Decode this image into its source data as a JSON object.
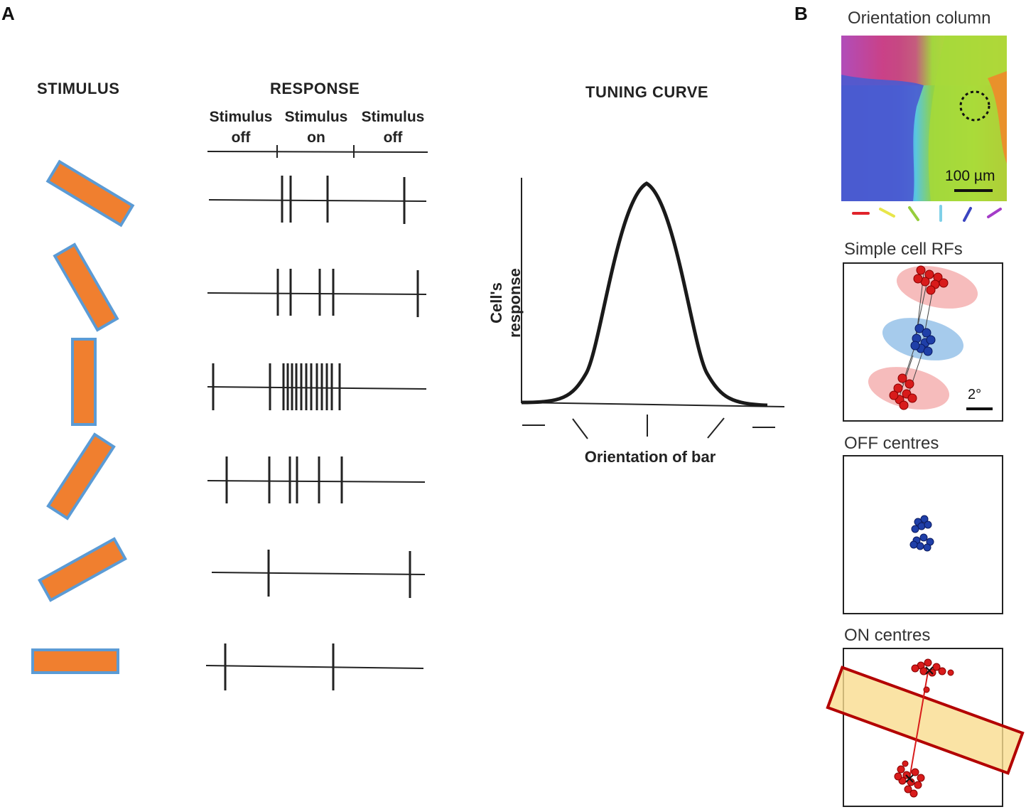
{
  "panel_a": {
    "letter": "A",
    "headers": {
      "stimulus": "STIMULUS",
      "response": "RESPONSE",
      "tuning": "TUNING CURVE"
    },
    "response_phases": [
      {
        "line1": "Stimulus",
        "line2": "off"
      },
      {
        "line1": "Stimulus",
        "line2": "on"
      },
      {
        "line1": "Stimulus",
        "line2": "off"
      }
    ],
    "stimulus_bar_color": "#f07f2f",
    "stimulus_bar_border": "#5b9bd5",
    "tuning": {
      "ylabel": "Cell's response",
      "xlabel": "Orientation of bar"
    }
  },
  "panel_b": {
    "letter": "B",
    "orientation_column": {
      "title": "Orientation column",
      "scale_label": "100 µm"
    },
    "simple_cell": {
      "title": "Simple cell RFs",
      "scale_label": "2°"
    },
    "off_centres": {
      "title": "OFF centres"
    },
    "on_centres": {
      "title": "ON centres"
    },
    "colors": {
      "on": "#d81b1b",
      "off": "#1f3fa8",
      "highlight": "#f9dc8e",
      "highlight_border": "#b30000"
    }
  }
}
